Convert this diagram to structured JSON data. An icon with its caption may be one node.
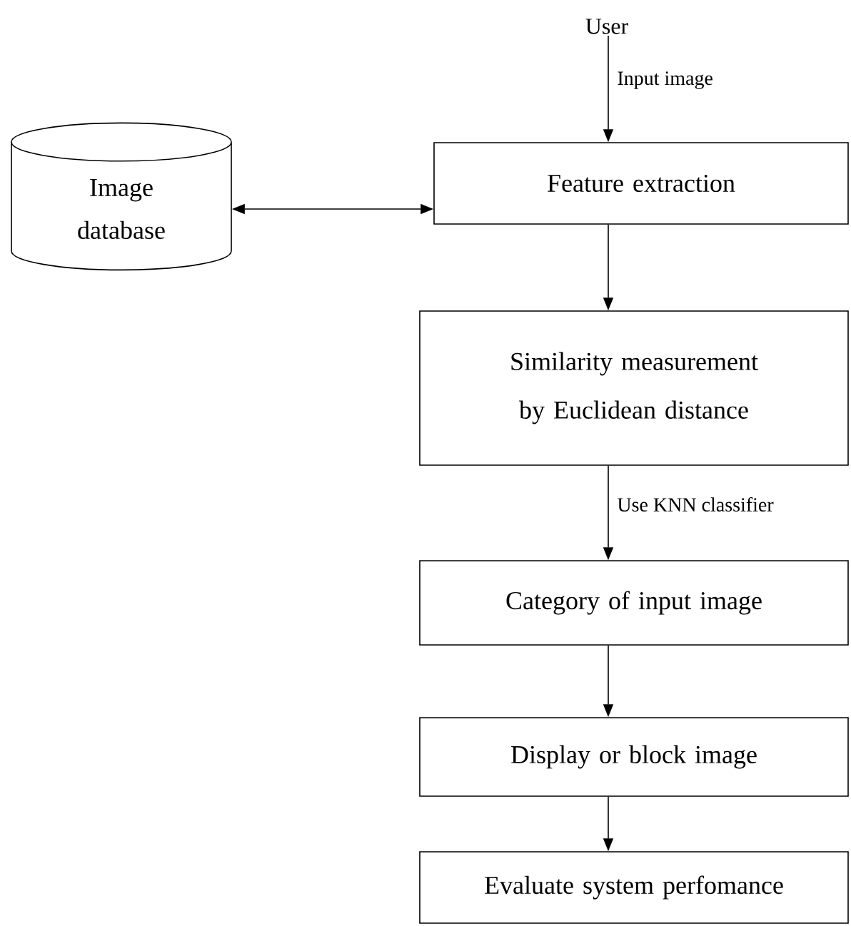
{
  "diagram": {
    "nodes": [
      {
        "text": [
          "User"
        ]
      },
      {
        "text": [
          "Image database"
        ]
      },
      {
        "text": [
          "Feature extraction"
        ]
      },
      {
        "text": [
          "Similarity measurement by Euclidean distance"
        ]
      },
      {
        "text": [
          "Category of input image"
        ]
      },
      {
        "text": [
          "Display or block image"
        ]
      },
      {
        "text": [
          "Evaluate system perfomance"
        ]
      }
    ],
    "edges": [
      {
        "from": 0,
        "to": 2,
        "arrow": "to",
        "label": "Input image"
      },
      {
        "from": 1,
        "to": 2,
        "arrow": "both"
      },
      {
        "from": 2,
        "to": 3,
        "arrow": "to"
      },
      {
        "from": 3,
        "to": 4,
        "arrow": "to",
        "label": "Use KNN classifier"
      },
      {
        "from": 4,
        "to": 5,
        "arrow": "to"
      },
      {
        "from": 5,
        "to": 6,
        "arrow": "to"
      }
    ]
  }
}
